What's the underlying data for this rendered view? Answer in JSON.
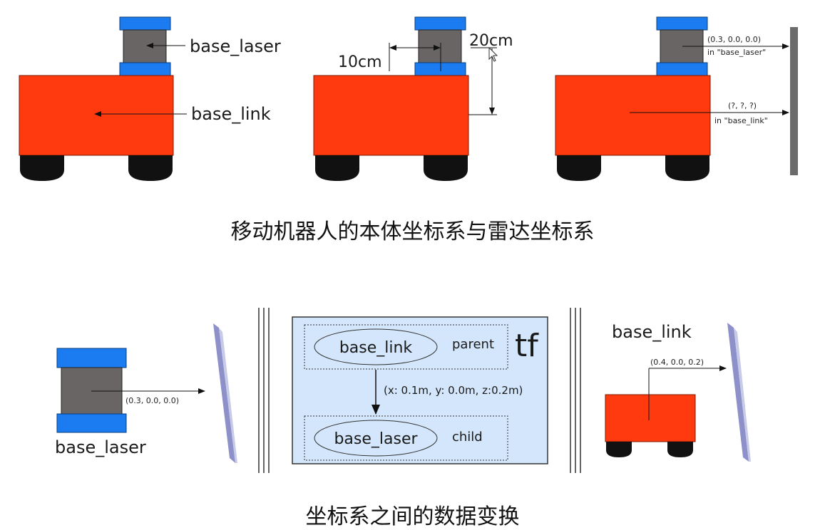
{
  "colors": {
    "body_red": "#ff3a0f",
    "laser_blue": "#1a7cf0",
    "laser_gray": "#6a6565",
    "wheel_black": "#111111",
    "wall_gray": "#6b6b6b",
    "panel_blue": "#d3e6fb",
    "plane_purple": "#8d90c9"
  },
  "top_diagram": {
    "panel1": {
      "label_laser": "base_laser",
      "label_link": "base_link"
    },
    "panel2": {
      "dim_horizontal": "10cm",
      "dim_vertical": "20cm"
    },
    "panel3": {
      "laser_reading": "(0.3, 0.0, 0.0)",
      "laser_frame": "in \"base_laser\"",
      "link_reading": "(?, ?, ?)",
      "link_frame": "in \"base_link\""
    },
    "caption": "移动机器人的本体坐标系与雷达坐标系"
  },
  "bottom_diagram": {
    "left": {
      "reading": "(0.3, 0.0, 0.0)",
      "label": "base_laser"
    },
    "tf": {
      "title": "tf",
      "parent_frame": "base_link",
      "parent_role": "parent",
      "child_frame": "base_laser",
      "child_role": "child",
      "transform": "(x: 0.1m, y: 0.0m, z:0.2m)"
    },
    "right": {
      "label": "base_link",
      "reading": "(0.4, 0.0, 0.2)"
    },
    "caption": "坐标系之间的数据变换"
  }
}
